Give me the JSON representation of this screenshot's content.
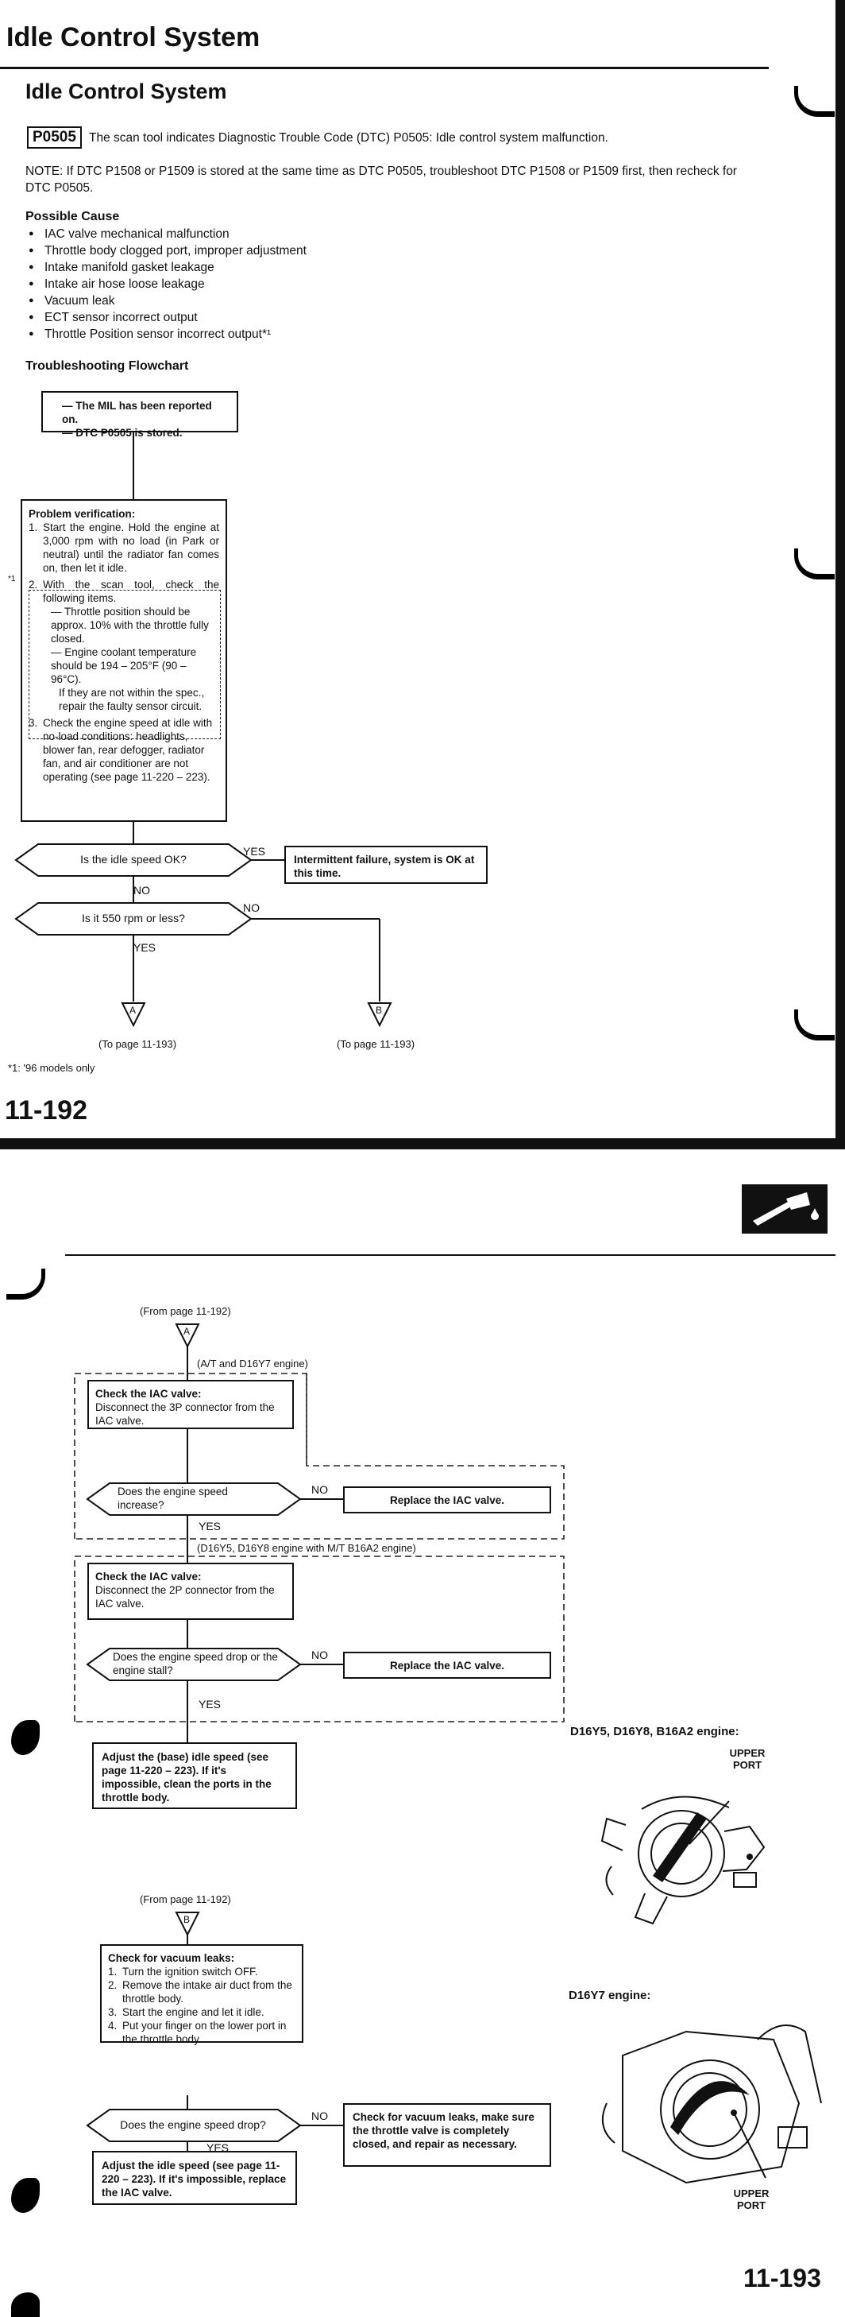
{
  "page1": {
    "header_title": "Idle Control System",
    "section_title": "Idle Control System",
    "dtc_code": "P0505",
    "dtc_text": "The scan tool indicates Diagnostic Trouble Code (DTC) P0505: Idle control system malfunction.",
    "note": "NOTE: If DTC P1508 or P1509 is stored at the same time as DTC P0505, troubleshoot DTC P1508 or P1509 first, then recheck for DTC P0505.",
    "possible_cause_heading": "Possible Cause",
    "causes": [
      "IAC valve mechanical malfunction",
      "Throttle body clogged port, improper adjustment",
      "Intake manifold gasket leakage",
      "Intake air hose loose leakage",
      "Vacuum leak",
      "ECT sensor incorrect output",
      "Throttle Position sensor incorrect output*¹"
    ],
    "flowchart_heading": "Troubleshooting Flowchart",
    "start_lines": [
      "— The MIL has been reported on.",
      "— DTC P0505 is stored."
    ],
    "verification_heading": "Problem verification:",
    "step1_num": "1.",
    "step1": "Start the engine. Hold the engine at 3,000 rpm with no load (in Park or neutral) until the radiator fan comes on, then let it idle.",
    "step1_mark": "*1",
    "step2_num": "2.",
    "step2": "With the scan tool, check the following items.",
    "step2_a": "— Throttle position should be approx. 10% with the throttle fully closed.",
    "step2_b": "— Engine coolant temperature should be 194 – 205°F (90 – 96°C).",
    "step2_c": "If they are not within the spec., repair the faulty sensor circuit.",
    "step3_num": "3.",
    "step3": "Check the engine speed at idle with no-load conditions: headlights, blower fan, rear defogger, radiator fan, and air conditioner are not operating (see page 11-220 – 223).",
    "q_idle": "Is the idle speed OK?",
    "yes": "YES",
    "no": "NO",
    "intermittent": "Intermittent failure, system is OK at this time.",
    "q_550": "Is it 550 rpm or less?",
    "conn_a": "A",
    "conn_b": "B",
    "to_page_a": "(To page 11-193)",
    "to_page_b": "(To page 11-193)",
    "footnote": "*1: '96 models only",
    "page_number": "11-192"
  },
  "page2": {
    "from_page_a": "(From page 11-192)",
    "conn_a": "A",
    "at_engine": "(A/T and D16Y7 engine)",
    "check_iac_3p_title": "Check the IAC valve:",
    "check_iac_3p": "Disconnect the 3P connector from the IAC valve.",
    "q_increase": "Does the engine speed increase?",
    "no": "NO",
    "yes": "YES",
    "replace_iac_1": "Replace the IAC valve.",
    "mt_engine": "(D16Y5, D16Y8 engine with M/T B16A2 engine)",
    "check_iac_2p_title": "Check the IAC valve:",
    "check_iac_2p": "Disconnect the 2P connector from the IAC valve.",
    "q_drop_stall": "Does the engine speed drop or the engine stall?",
    "replace_iac_2": "Replace the IAC valve.",
    "adjust_base": "Adjust the (base) idle speed (see page 11-220 – 223). If it's impossible, clean the ports in the throttle body.",
    "fig1_title": "D16Y5, D16Y8, B16A2 engine:",
    "fig1_label": "UPPER PORT",
    "from_page_b": "(From page 11-192)",
    "conn_b": "B",
    "vac_title": "Check for vacuum leaks:",
    "vac_steps": [
      "Turn the ignition switch OFF.",
      "Remove the intake air duct from the throttle body.",
      "Start the engine and let it idle.",
      "Put your finger on the lower port in the throttle body."
    ],
    "fig2_title": "D16Y7 engine:",
    "q_drop": "Does the engine speed drop?",
    "check_vac_leaks": "Check for vacuum leaks, make sure the throttle valve is completely closed, and repair as necessary.",
    "adjust_idle": "Adjust the idle speed (see page 11-220 – 223). If it's impossible, replace the IAC valve.",
    "fig2_label": "UPPER PORT",
    "page_number": "11-193"
  }
}
